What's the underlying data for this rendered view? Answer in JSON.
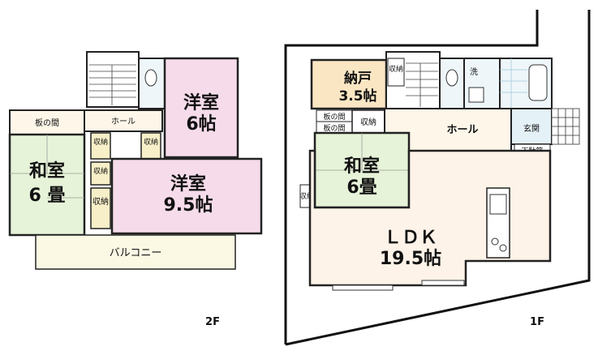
{
  "floor2": {
    "label": "2F",
    "rooms": {
      "washitsu_name": "和室",
      "washitsu_size": "6 畳",
      "itanoma": "板の間",
      "hall": "ホール",
      "youshitsu_small_name": "洋室",
      "youshitsu_small_size": "6帖",
      "youshitsu_large_name": "洋室",
      "youshitsu_large_size": "9.5帖",
      "balcony": "バルコニー",
      "closet1": "収納",
      "closet2": "収納",
      "closet3": "収納",
      "closet4": "収納"
    }
  },
  "floor1": {
    "label": "1F",
    "rooms": {
      "nando_name": "納戸",
      "nando_size": "3.5帖",
      "closet_stairs": "収納",
      "wash": "洗",
      "itanoma1": "板の間",
      "itanoma2": "板の間",
      "closet_top": "収納",
      "hall": "ホール",
      "genkan": "玄関",
      "shoebox": "下駄箱",
      "washitsu_name": "和室",
      "washitsu_size": "6畳",
      "closet_side": "収納",
      "ldk_name": "ＬＤＫ",
      "ldk_size": "19.5帖"
    }
  }
}
